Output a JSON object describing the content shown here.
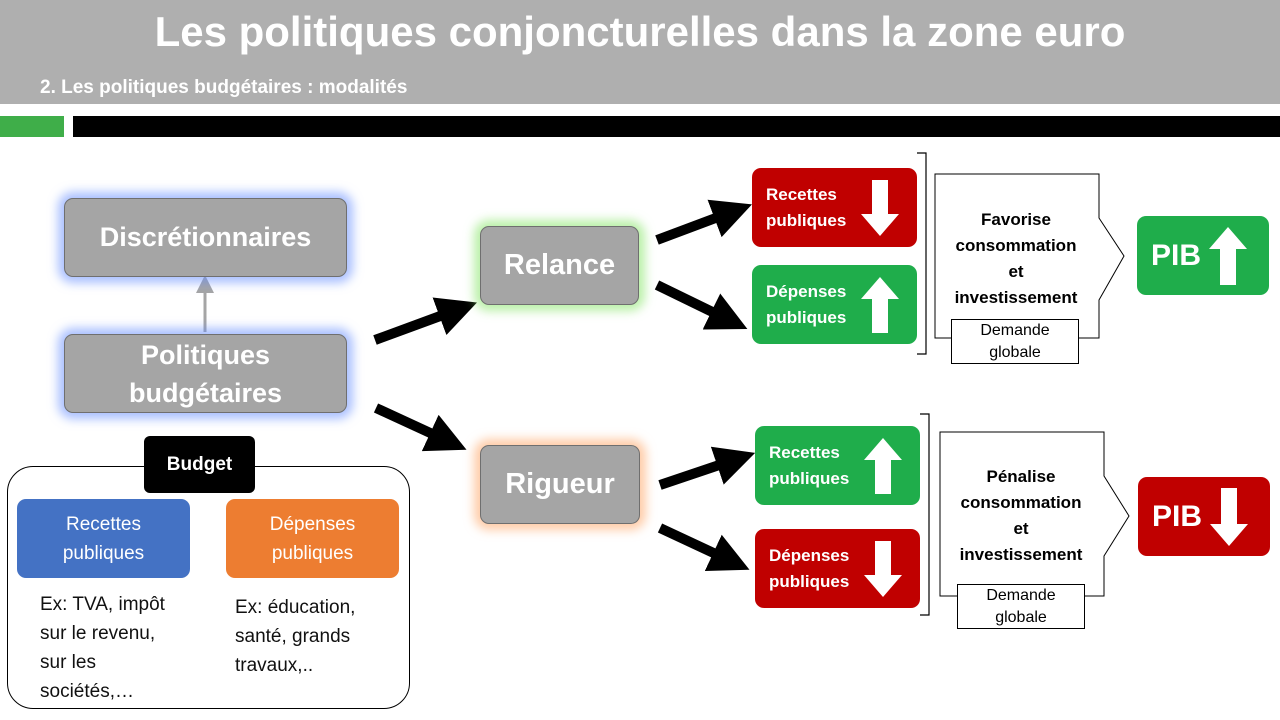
{
  "header": {
    "title": "Les politiques conjoncturelles dans la zone euro",
    "subtitle": "2. Les politiques budgétaires : modalités"
  },
  "nodes": {
    "discretionnaires": "Discrétionnaires",
    "politiques_budgetaires": "Politiques\nbudgétaires",
    "relance": "Relance",
    "rigueur": "Rigueur"
  },
  "budget": {
    "label": "Budget",
    "recettes_label": "Recettes\npubliques",
    "depenses_label": "Dépenses\npubliques",
    "recettes_examples": "Ex: TVA, impôt\nsur le revenu,\nsur les\nsociétés,…",
    "depenses_examples": "Ex: éducation,\nsanté, grands\ntravaux,.."
  },
  "relance": {
    "recettes": "Recettes\npubliques",
    "depenses": "Dépenses\npubliques",
    "effect": "Favorise\nconsommation\net\ninvestissement",
    "demand": "Demande\nglobale",
    "pib": "PIB"
  },
  "rigueur": {
    "recettes": "Recettes\npubliques",
    "depenses": "Dépenses\npubliques",
    "effect": "Pénalise\nconsommation\net\ninvestissement",
    "demand": "Demande\nglobale",
    "pib": "PIB"
  },
  "colors": {
    "header_gray": "#afafaf",
    "accent_green": "#3fae49",
    "box_red": "#c00000",
    "box_green": "#1fad4b",
    "box_blue": "#4472c4",
    "box_orange": "#ed7d31"
  },
  "icons": [
    "arrow-down-icon",
    "arrow-up-icon",
    "arrow-right-icon",
    "chevron-arrow-icon",
    "bracket-icon"
  ]
}
